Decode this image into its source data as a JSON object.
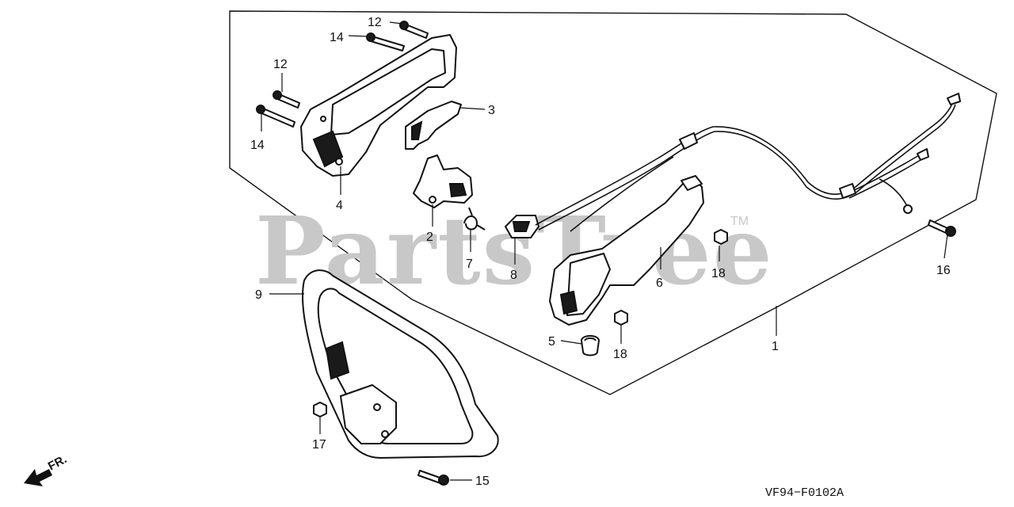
{
  "diagram": {
    "watermark": "PartsTree",
    "trademark": "TM",
    "drawing_code": "VF94−F0102A",
    "direction_label": "FR.",
    "callouts": {
      "c1": "1",
      "c2": "2",
      "c3": "3",
      "c4": "4",
      "c5": "5",
      "c6": "6",
      "c7": "7",
      "c8": "8",
      "c9": "9",
      "c12a": "12",
      "c12b": "12",
      "c14a": "14",
      "c14b": "14",
      "c15": "15",
      "c16": "16",
      "c17": "17",
      "c18a": "18",
      "c18b": "18"
    },
    "colors": {
      "ink": "#111111",
      "watermark": "#c8c8c8",
      "background": "#ffffff"
    }
  }
}
